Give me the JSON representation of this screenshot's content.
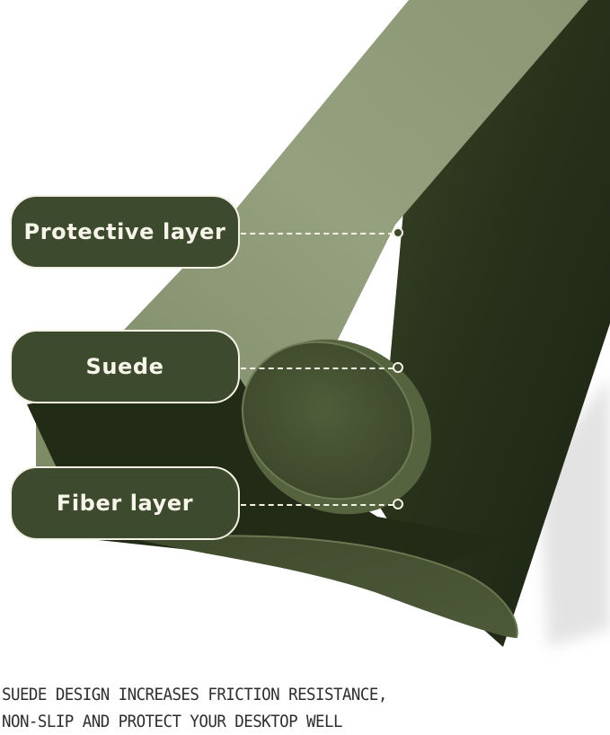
{
  "product_image": {
    "subject": "rolled suede desk mat, olive green",
    "colors": {
      "background": "#ffffff",
      "mat_top_light": "#8e9a78",
      "mat_top_mid": "#6f7c5a",
      "mat_dark": "#26301a",
      "suede_underside": "#4c5a38",
      "label_fill": "#3e4a2e",
      "label_border": "#f4f2e4",
      "label_text": "#f7f5ea",
      "caption_text": "#2e2e2e"
    }
  },
  "callouts": [
    {
      "label": "Protective layer"
    },
    {
      "label": "Suede"
    },
    {
      "label": "Fiber layer"
    }
  ],
  "caption": {
    "line1": "SUEDE DESIGN INCREASES FRICTION RESISTANCE,",
    "line2": "NON-SLIP AND PROTECT YOUR DESKTOP WELL"
  }
}
